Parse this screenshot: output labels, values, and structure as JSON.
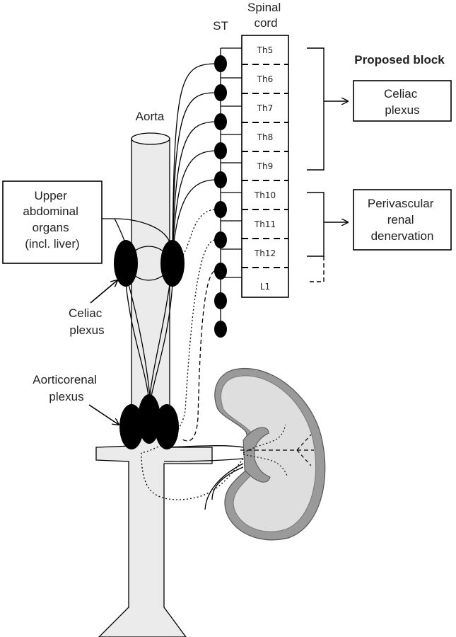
{
  "labels": {
    "st": "ST",
    "spinal_cord": [
      "Spinal",
      "cord"
    ],
    "aorta": "Aorta",
    "upper_abdominal_organs": [
      "Upper",
      "abdominal",
      "organs",
      "(incl. liver)"
    ],
    "celiac_plexus": [
      "Celiac",
      "plexus"
    ],
    "aorticorenal_plexus": [
      "Aorticorenal",
      "plexus"
    ],
    "proposed_block": "Proposed block",
    "celiac_plexus_box": [
      "Celiac",
      "plexus"
    ],
    "renal_denervation_box": [
      "Perivascular",
      "renal",
      "denervation"
    ]
  },
  "segments": [
    "Th5",
    "Th6",
    "Th7",
    "Th8",
    "Th9",
    "Th10",
    "Th11",
    "Th12",
    "L1"
  ],
  "colors": {
    "vessel_fill": "#ebebeb",
    "kidney_cortex": "#9a9a9a",
    "kidney_medulla": "#dedede",
    "ganglion": "#000000",
    "stroke": "#000000"
  }
}
